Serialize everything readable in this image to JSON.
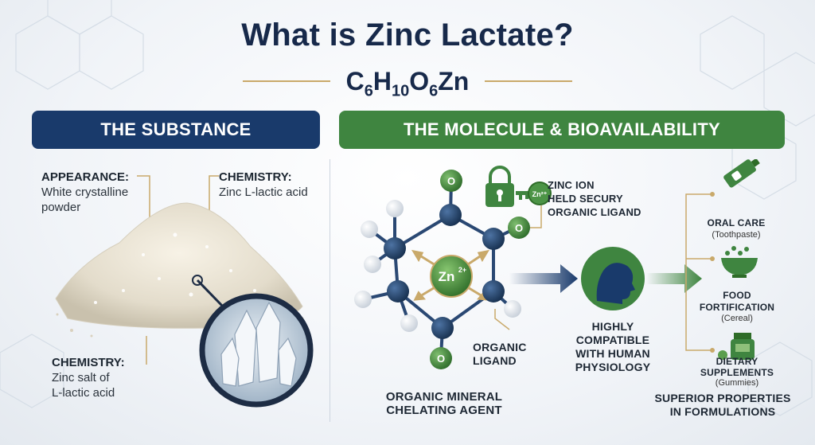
{
  "title": "What is Zinc Lactate?",
  "formula": {
    "c": "C",
    "c_n": "6",
    "h": "H",
    "h_n": "10",
    "o": "O",
    "o_n": "6",
    "zn": "Zn"
  },
  "left": {
    "header": "THE SUBSTANCE",
    "appearance_title": "APPEARANCE:",
    "appearance_line1": "White crystalline",
    "appearance_line2": "powder",
    "chemistry_top_title": "CHEMISTRY:",
    "chemistry_top_text": "Zinc L-lactic acid",
    "chemistry_bottom_title": "CHEMISTRY:",
    "chemistry_bottom_line1": "Zinc salt of",
    "chemistry_bottom_line2": "L-lactic acid"
  },
  "right": {
    "header": "THE MOLECULE & BIOAVAILABILITY",
    "zn_label": "Zn",
    "zn_charge": "2+",
    "oxygen_label": "O",
    "lock_zn": "Zn²⁺",
    "zinc_ion_line1": "ZINC ION",
    "zinc_ion_line2": "HELD SECURY",
    "zinc_ion_line3": "ORGANIC LIGAND",
    "organic_ligand_line1": "ORGANIC",
    "organic_ligand_line2": "LIGAND",
    "chelating_line1": "ORGANIC MINERAL",
    "chelating_line2": "CHELATING AGENT",
    "compat_line1": "HIGHLY",
    "compat_line2": "COMPATIBLE",
    "compat_line3": "WITH HUMAN",
    "compat_line4": "PHYSIOLOGY",
    "uses": [
      {
        "title": "ORAL CARE",
        "sub": "(Toothpaste)"
      },
      {
        "title_line1": "FOOD",
        "title_line2": "FORTIFICATION",
        "sub": "(Cereal)"
      },
      {
        "title_line1": "DIETARY",
        "title_line2": "SUPPLEMENTS",
        "sub": "(Gummies)"
      }
    ],
    "superior_line1": "SUPERIOR PROPERTIES",
    "superior_line2": "IN FORMULATIONS"
  },
  "colors": {
    "navy": "#193a6b",
    "green": "#3f8540",
    "gold": "#c9a96a",
    "atom": "#26456e"
  }
}
